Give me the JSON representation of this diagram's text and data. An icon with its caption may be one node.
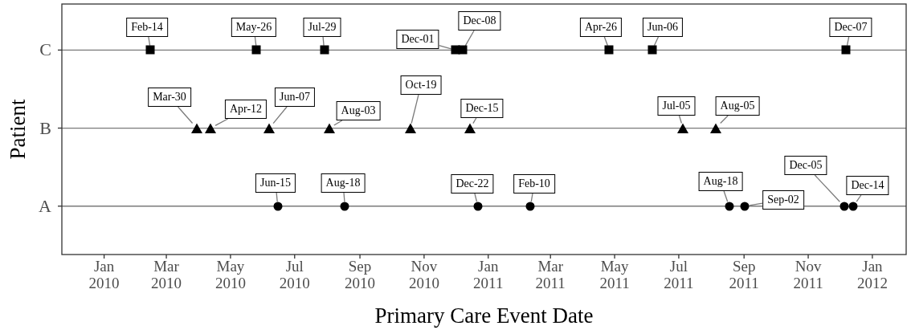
{
  "diagram": {
    "nodes": [
      {
        "text": [
          "Feb-14"
        ]
      },
      {
        "text": [
          "May-26"
        ]
      },
      {
        "text": [
          "Jul-29"
        ]
      },
      {
        "text": [
          "Dec-01"
        ]
      },
      {
        "text": [
          "Dec-08"
        ]
      },
      {
        "text": [
          "Apr-26"
        ]
      },
      {
        "text": [
          "Jun-06"
        ]
      },
      {
        "text": [
          "Dec-07"
        ]
      },
      {
        "text": [
          "Mar-30"
        ]
      },
      {
        "text": [
          "Apr-12"
        ]
      },
      {
        "text": [
          "Jun-07"
        ]
      },
      {
        "text": [
          "Aug-03"
        ]
      },
      {
        "text": [
          "Oct-19"
        ]
      },
      {
        "text": [
          "Dec-15"
        ]
      },
      {
        "text": [
          "Jul-05"
        ]
      },
      {
        "text": [
          "Aug-05"
        ]
      },
      {
        "text": [
          "Jun-15"
        ]
      },
      {
        "text": [
          "Aug-18"
        ]
      },
      {
        "text": [
          "Dec-22"
        ]
      },
      {
        "text": [
          "Feb-10"
        ]
      },
      {
        "text": [
          "Aug-18"
        ]
      },
      {
        "text": [
          "Sep-02"
        ]
      },
      {
        "text": [
          "Dec-05"
        ]
      },
      {
        "text": [
          "Dec-14"
        ]
      },
      {
        "text": [],
        "shape": "square"
      },
      {
        "text": [],
        "shape": "square"
      },
      {
        "text": [],
        "shape": "square"
      },
      {
        "text": [],
        "shape": "square"
      },
      {
        "text": [],
        "shape": "square"
      },
      {
        "text": [],
        "shape": "square"
      },
      {
        "text": [],
        "shape": "square"
      },
      {
        "text": [],
        "shape": "square"
      },
      {
        "text": [],
        "shape": "triangle"
      },
      {
        "text": [],
        "shape": "triangle"
      },
      {
        "text": [],
        "shape": "triangle"
      },
      {
        "text": [],
        "shape": "triangle"
      },
      {
        "text": [],
        "shape": "triangle"
      },
      {
        "text": [],
        "shape": "triangle"
      },
      {
        "text": [],
        "shape": "triangle"
      },
      {
        "text": [],
        "shape": "triangle"
      },
      {
        "text": [],
        "shape": "circle"
      },
      {
        "text": [],
        "shape": "circle"
      },
      {
        "text": [],
        "shape": "circle"
      },
      {
        "text": [],
        "shape": "circle"
      },
      {
        "text": [],
        "shape": "circle"
      },
      {
        "text": [],
        "shape": "circle"
      },
      {
        "text": [],
        "shape": "circle"
      },
      {
        "text": [],
        "shape": "circle"
      }
    ],
    "edges": [
      {
        "from": 0,
        "to": 24,
        "arrow": "none"
      },
      {
        "from": 1,
        "to": 25,
        "arrow": "none"
      },
      {
        "from": 2,
        "to": 26,
        "arrow": "none"
      },
      {
        "from": 3,
        "to": 27,
        "arrow": "none"
      },
      {
        "from": 4,
        "to": 28,
        "arrow": "none"
      },
      {
        "from": 5,
        "to": 29,
        "arrow": "none"
      },
      {
        "from": 6,
        "to": 30,
        "arrow": "none"
      },
      {
        "from": 7,
        "to": 31,
        "arrow": "none"
      },
      {
        "from": 8,
        "to": 32,
        "arrow": "none"
      },
      {
        "from": 9,
        "to": 33,
        "arrow": "none"
      },
      {
        "from": 10,
        "to": 34,
        "arrow": "none"
      },
      {
        "from": 11,
        "to": 35,
        "arrow": "none"
      },
      {
        "from": 12,
        "to": 36,
        "arrow": "none"
      },
      {
        "from": 13,
        "to": 37,
        "arrow": "none"
      },
      {
        "from": 14,
        "to": 38,
        "arrow": "none"
      },
      {
        "from": 15,
        "to": 39,
        "arrow": "none"
      },
      {
        "from": 16,
        "to": 40,
        "arrow": "none"
      },
      {
        "from": 17,
        "to": 41,
        "arrow": "none"
      },
      {
        "from": 18,
        "to": 42,
        "arrow": "none"
      },
      {
        "from": 19,
        "to": 43,
        "arrow": "none"
      },
      {
        "from": 20,
        "to": 44,
        "arrow": "none"
      },
      {
        "from": 21,
        "to": 45,
        "arrow": "none"
      },
      {
        "from": 22,
        "to": 46,
        "arrow": "none"
      },
      {
        "from": 23,
        "to": 47,
        "arrow": "none"
      }
    ],
    "labels": [
      "Patient",
      "C",
      "B",
      "A",
      "Jan 2010",
      "Mar 2010",
      "May 2010",
      "Jul 2010",
      "Sep 2010",
      "Nov 2010",
      "Jan 2011",
      "Mar 2011",
      "May 2011",
      "Jul 2011",
      "Sep 2011",
      "Nov 2011",
      "Jan 2012",
      "Primary Care Event Date"
    ]
  }
}
